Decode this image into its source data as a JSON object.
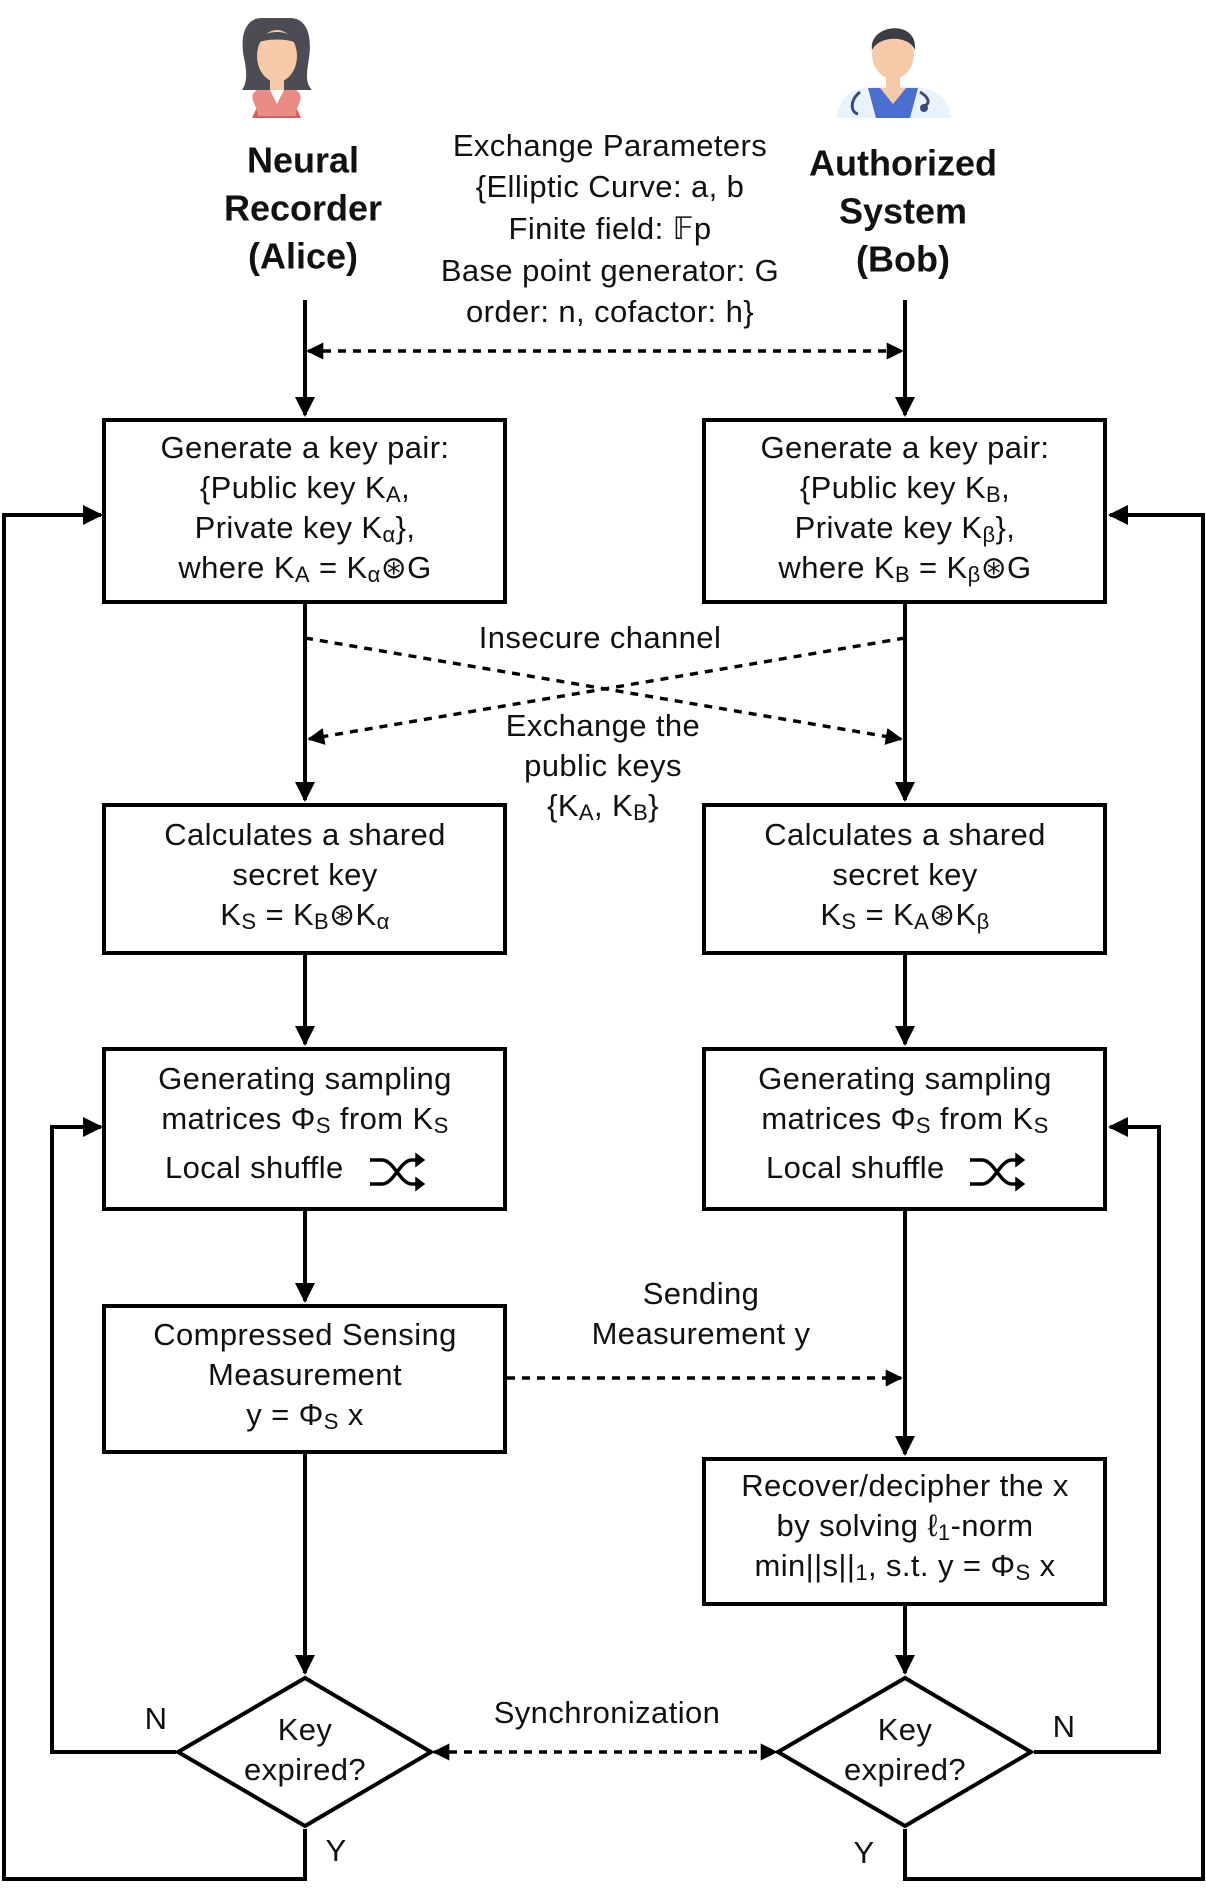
{
  "actors": {
    "alice": {
      "line1": "Neural",
      "line2": "Recorder",
      "line3": "(Alice)",
      "icon": "female-user-icon"
    },
    "bob": {
      "line1": "Authorized",
      "line2": "System",
      "line3": "(Bob)",
      "icon": "doctor-icon"
    }
  },
  "params": {
    "l1": "Exchange Parameters",
    "l2": "{Elliptic Curve: a, b",
    "l3": "Finite field: 𝔽p",
    "l4": "Base point generator: G",
    "l5": "order: n, cofactor: h}"
  },
  "alice": {
    "keypair": {
      "l1": "Generate a key pair:",
      "l2a": "{Public key K",
      "l2s": "A",
      "l2b": ",",
      "l3a": "Private key K",
      "l3s": "α",
      "l3b": "},",
      "l4a": "where K",
      "l4s1": "A",
      "l4b": " = K",
      "l4s2": "α",
      "l4c": "⊛G"
    },
    "shared": {
      "l1": "Calculates a shared",
      "l2": "secret key",
      "l3a": "K",
      "l3s1": "S",
      "l3b": " = K",
      "l3s2": "B",
      "l3c": "⊛K",
      "l3s3": "α"
    },
    "sampling": {
      "l1": "Generating sampling",
      "l2a": "matrices Φ",
      "l2s1": "S",
      "l2b": " from K",
      "l2s2": "S",
      "l3": "Local shuffle"
    },
    "cs": {
      "l1": "Compressed Sensing",
      "l2": "Measurement",
      "l3a": "y = Φ",
      "l3s": "S",
      "l3b": " x"
    },
    "decision": {
      "l1": "Key",
      "l2": "expired?",
      "no": "N",
      "yes": "Y"
    }
  },
  "bob": {
    "keypair": {
      "l1": "Generate a key pair:",
      "l2a": "{Public key K",
      "l2s": "B",
      "l2b": ",",
      "l3a": "Private key K",
      "l3s": "β",
      "l3b": "},",
      "l4a": "where K",
      "l4s1": "B",
      "l4b": " = K",
      "l4s2": "β",
      "l4c": "⊛G"
    },
    "shared": {
      "l1": "Calculates a shared",
      "l2": "secret key",
      "l3a": "K",
      "l3s1": "S",
      "l3b": " = K",
      "l3s2": "A",
      "l3c": "⊛K",
      "l3s3": "β"
    },
    "sampling": {
      "l1": "Generating sampling",
      "l2a": "matrices Φ",
      "l2s1": "S",
      "l2b": " from K",
      "l2s2": "S",
      "l3": "Local shuffle"
    },
    "recover": {
      "l1": "Recover/decipher the x",
      "l2a": "by solving ℓ",
      "l2s": "1",
      "l2b": "-norm",
      "l3a": "min||s||",
      "l3s1": "1",
      "l3b": ", s.t. y = Φ",
      "l3s2": "S",
      "l3c": " x"
    },
    "decision": {
      "l1": "Key",
      "l2": "expired?",
      "no": "N",
      "yes": "Y"
    }
  },
  "channel": {
    "insecure": "Insecure channel",
    "exchange1": "Exchange the",
    "exchange2": "public keys",
    "keys_a": "{K",
    "keys_s1": "A",
    "keys_b": ", K",
    "keys_s2": "B",
    "keys_c": "}"
  },
  "sending": {
    "l1": "Sending",
    "l2": "Measurement y"
  },
  "sync": "Synchronization"
}
